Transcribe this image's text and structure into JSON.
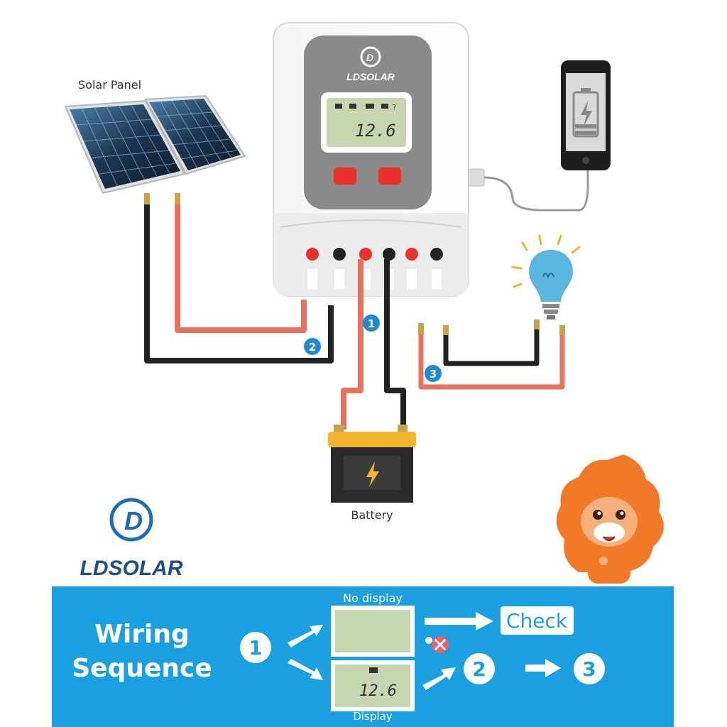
{
  "labels": {
    "solar_panel": "Solar Panel",
    "battery": "Battery"
  },
  "controller": {
    "brand": "LDSOLAR",
    "lcd_value": "12.6"
  },
  "brand_logo": {
    "text": "LDSOLAR"
  },
  "steps": [
    "1",
    "2",
    "3"
  ],
  "banner": {
    "title_line1": "Wiring",
    "title_line2": "Sequence",
    "no_display": "No display",
    "display": "Display",
    "check": "Check",
    "lcd_value": "12.6"
  },
  "colors": {
    "banner_blue": "#1aa0e0",
    "wire_red": "#e8725f",
    "wire_black": "#222222",
    "button_red": "#e8322b",
    "badge_blue": "#1f8ad4",
    "lcd_green": "#c7d6b0"
  }
}
